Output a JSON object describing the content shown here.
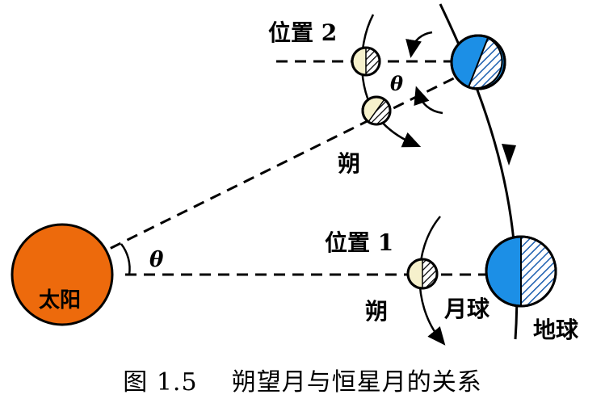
{
  "labels": {
    "position_2": "位置 2",
    "position_1": "位置 1",
    "new_moon_top": "朔",
    "new_moon_bottom": "朔",
    "moon": "月球",
    "earth": "地球",
    "sun": "太阳",
    "theta_top": "θ",
    "theta_bottom": "θ"
  },
  "caption": {
    "figure_number": "图 1.5",
    "title": "朔望月与恒星月的关系"
  },
  "colors": {
    "sun": "#ed6a0c",
    "earth": "#1c8fe6",
    "moon": "#f6f1cc",
    "line": "#000000"
  }
}
